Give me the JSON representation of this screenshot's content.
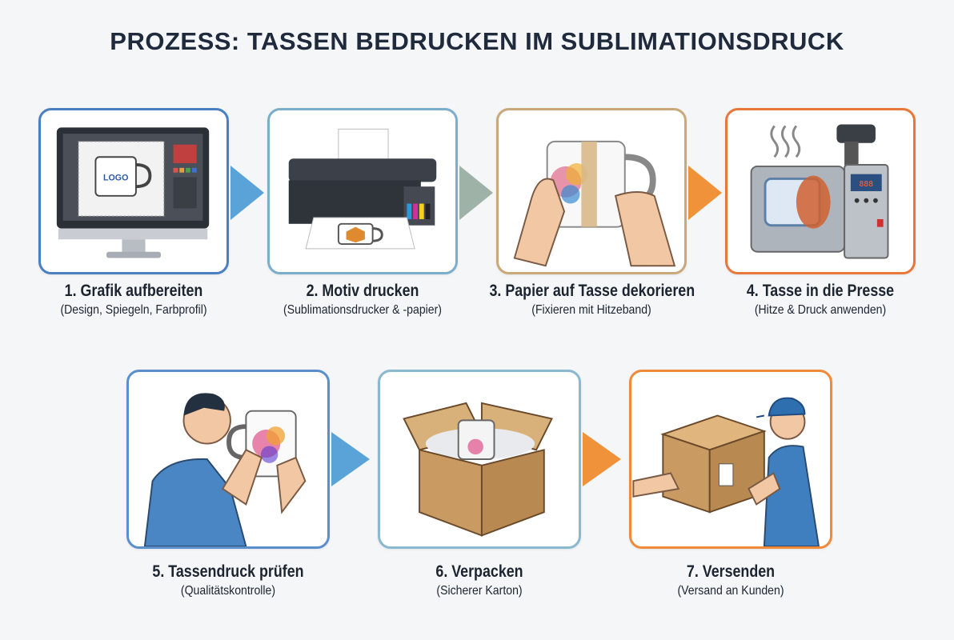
{
  "title": "PROZESS: TASSEN BEDRUCKEN IM SUBLIMATIONSDRUCK",
  "colors": {
    "blue": "#4a7fc0",
    "teal": "#6aa9c9",
    "tan": "#b9a98a",
    "orange": "#ee8a3a",
    "deep_orange": "#e8733a"
  },
  "steps": [
    {
      "title": "1. Grafik aufbereiten",
      "subtitle": "(Design, Spiegeln, Farbprofil)",
      "icon": "monitor-design-icon",
      "logo_text": "LOGO"
    },
    {
      "title": "2. Motiv drucken",
      "subtitle": "(Sublimationsdrucker & -papier)",
      "icon": "printer-icon"
    },
    {
      "title": "3. Papier auf Tasse dekorieren",
      "subtitle": "(Fixieren mit Hitzeband)",
      "icon": "hands-mug-tape-icon"
    },
    {
      "title": "4. Tasse in die Presse",
      "subtitle": "(Hitze & Druck anwenden)",
      "icon": "mug-press-icon"
    },
    {
      "title": "5. Tassendruck prüfen",
      "subtitle": "(Qualitätskontrolle)",
      "icon": "person-inspecting-mug-icon"
    },
    {
      "title": "6. Verpacken",
      "subtitle": "(Sicherer Karton)",
      "icon": "box-packing-icon"
    },
    {
      "title": "7. Versenden",
      "subtitle": "(Versand an Kunden)",
      "icon": "delivery-person-icon"
    }
  ]
}
